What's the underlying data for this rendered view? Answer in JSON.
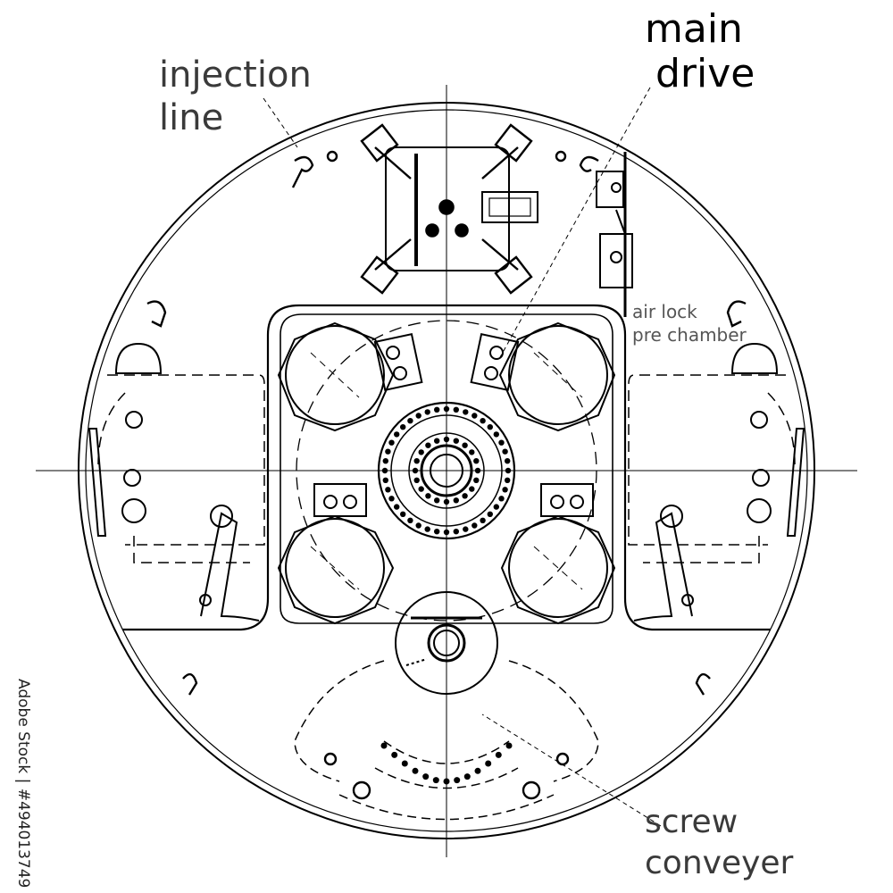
{
  "labels": {
    "injection_line": [
      "injection",
      "line"
    ],
    "main_drive": [
      "main",
      "drive"
    ],
    "air_lock": [
      "air lock",
      "pre chamber"
    ],
    "screw_conveyer": [
      "screw",
      "conveyer"
    ]
  },
  "stock_id": "Adobe Stock | #494013749",
  "colors": {
    "line": "#000000",
    "background": "#ffffff"
  }
}
